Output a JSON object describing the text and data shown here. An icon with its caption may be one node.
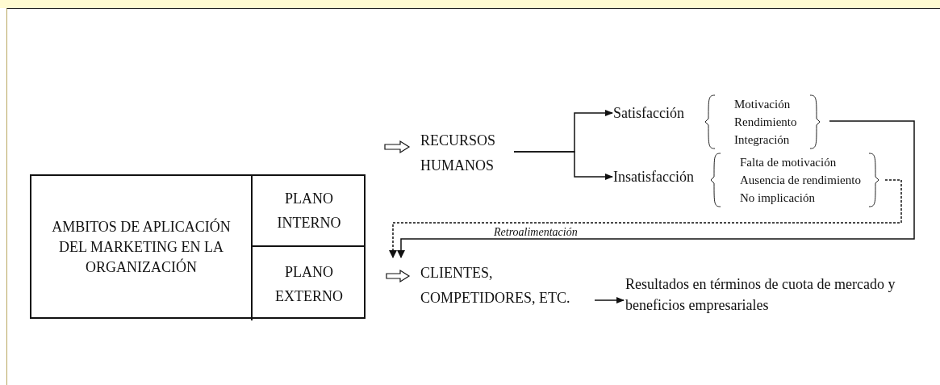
{
  "diagram": {
    "nodes": [
      {
        "text": [
          "AMBITOS DE APLICACIÓN DEL MARKETING EN LA ORGANIZACIÓN"
        ]
      },
      {
        "text": [
          "PLANO INTERNO"
        ],
        "in": 0
      },
      {
        "text": [
          "PLANO EXTERNO"
        ],
        "in": 0
      },
      {
        "text": [
          "RECURSOS HUMANOS"
        ]
      },
      {
        "text": [
          "Satisfacción"
        ]
      },
      {
        "text": [
          "Motivación",
          "Rendimiento",
          "Integración"
        ]
      },
      {
        "text": [
          "Insatisfacción"
        ]
      },
      {
        "text": [
          "Falta de motivación",
          "Ausencia de rendimiento",
          "No implicación"
        ]
      },
      {
        "text": [
          "CLIENTES, COMPETIDORES, ETC."
        ]
      },
      {
        "text": [
          "Resultados en términos de cuota de mercado y beneficios empresariales"
        ]
      }
    ],
    "edges": [
      {
        "from": 1,
        "to": 3,
        "arrow": "to"
      },
      {
        "from": 2,
        "to": 8,
        "arrow": "to"
      },
      {
        "from": 3,
        "to": 4,
        "arrow": "to"
      },
      {
        "from": 3,
        "to": 6,
        "arrow": "to"
      },
      {
        "from": 5,
        "to": 8,
        "arrow": "to",
        "label": "Retroalimentación"
      },
      {
        "from": 7,
        "to": 8,
        "arrow": "to",
        "style": "dashed"
      },
      {
        "from": 8,
        "to": 9,
        "arrow": "to"
      }
    ]
  }
}
